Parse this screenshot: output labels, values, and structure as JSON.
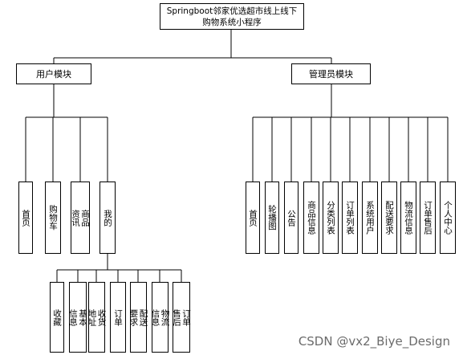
{
  "root": {
    "line1": "Springboot邻家优选超市线上线下",
    "line2": "购物系统小程序"
  },
  "user_module": {
    "label": "用户模块",
    "items": [
      {
        "label": "首页"
      },
      {
        "label": "购物车"
      },
      {
        "label": "商品资讯"
      },
      {
        "label": "我的"
      }
    ]
  },
  "mine_children": [
    {
      "label": "收藏"
    },
    {
      "label": "基本信息"
    },
    {
      "label": "收货地址"
    },
    {
      "label": "订单"
    },
    {
      "label": "配送要求"
    },
    {
      "label": "物流信息"
    },
    {
      "label": "订单售后"
    }
  ],
  "admin_module": {
    "label": "管理员模块",
    "items": [
      {
        "label": "首页"
      },
      {
        "label": "轮播图"
      },
      {
        "label": "公告"
      },
      {
        "label": "商品信息"
      },
      {
        "label": "分类列表"
      },
      {
        "label": "订单列表"
      },
      {
        "label": "系统用户"
      },
      {
        "label": "配送要求"
      },
      {
        "label": "物流信息"
      },
      {
        "label": "订单售后"
      },
      {
        "label": "个人中心"
      }
    ]
  },
  "watermark": "CSDN @vx2_Biye_Design"
}
